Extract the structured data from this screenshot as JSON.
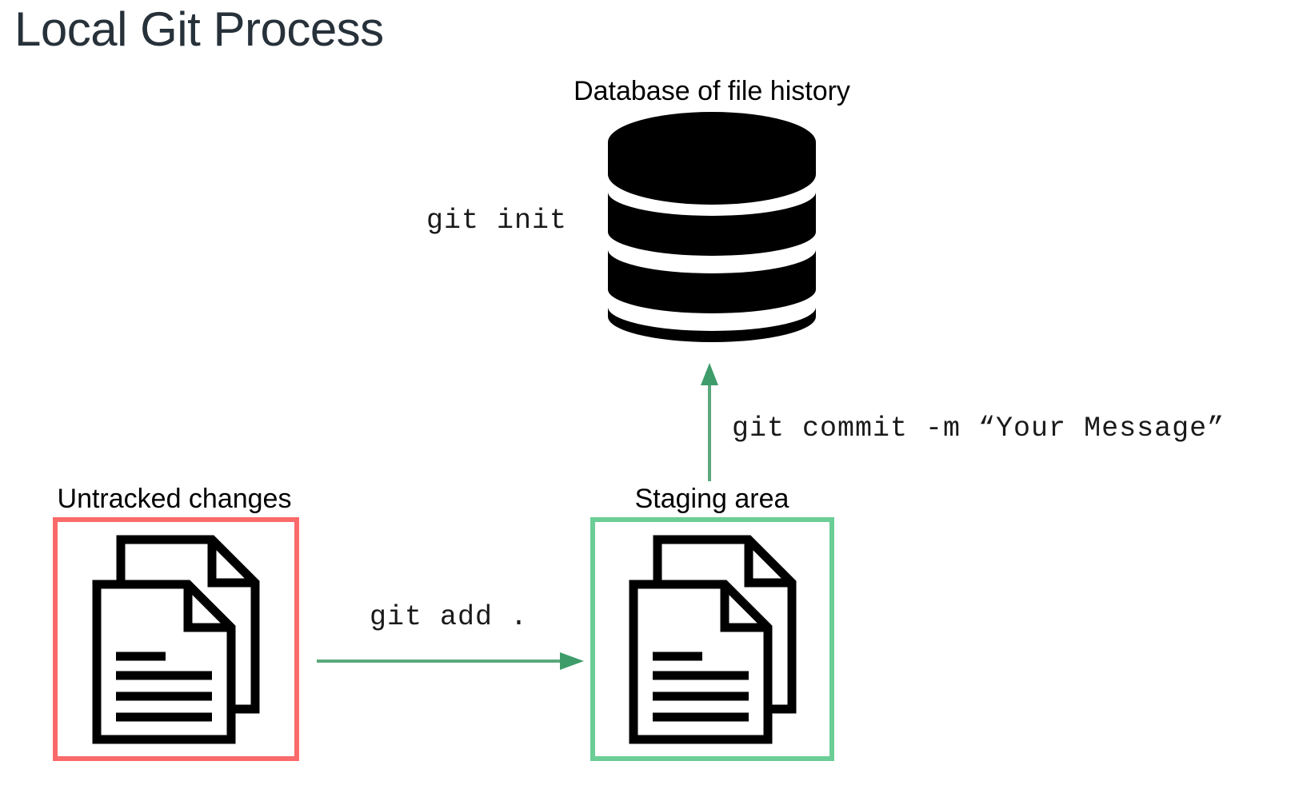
{
  "slide": {
    "title": "Local Git Process",
    "title_color": "#27313a",
    "background": "#ffffff"
  },
  "nodes": {
    "database": {
      "label": "Database of file history",
      "icon": "database-cylinder-icon",
      "icon_color": "#000000"
    },
    "untracked": {
      "label": "Untracked changes",
      "border_color": "#FB6A6A",
      "icon": "documents-icon",
      "icon_color": "#000000"
    },
    "staging": {
      "label": "Staging area",
      "border_color": "#6ACE96",
      "icon": "documents-icon",
      "icon_color": "#000000"
    }
  },
  "commands": {
    "init": "git init",
    "commit": "git commit -m “Your Message”",
    "add": "git add ."
  },
  "arrows": {
    "add": {
      "from": "untracked",
      "to": "staging",
      "direction": "right",
      "color": "#5AA87C"
    },
    "commit": {
      "from": "staging",
      "to": "database",
      "direction": "up",
      "color": "#5AA87C"
    }
  }
}
